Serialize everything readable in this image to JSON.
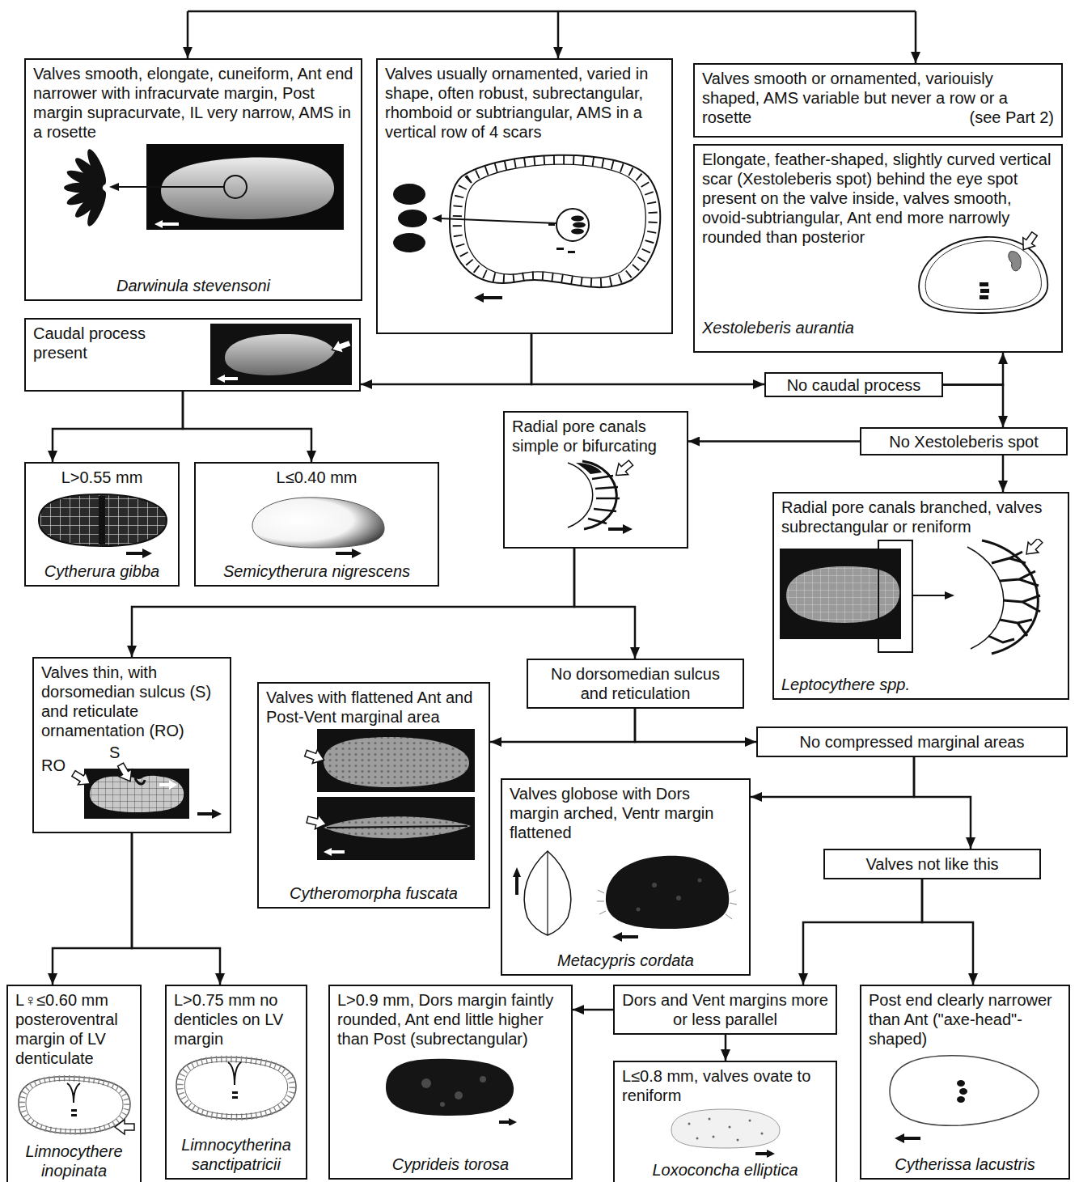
{
  "diagram": {
    "nodes": [
      {
        "text": [
          "Valves smooth, elongate, cuneiform, Ant end narrower with infracurvate margin, Post margin supracurvate, IL very narrow, AMS in a rosette",
          "Darwinula stevensoni"
        ]
      },
      {
        "text": [
          "Valves usually ornamented, varied in shape, often robust, subrectangular, rhomboid or subtriangular, AMS in a vertical row of 4 scars"
        ]
      },
      {
        "text": [
          "Valves smooth or ornamented, variouisly shaped, AMS variable but never a row or a rosette",
          "(see Part 2)"
        ]
      },
      {
        "text": [
          "Elongate, feather-shaped, slightly curved vertical scar (Xestoleberis spot) behind the eye spot present on the valve inside, valves smooth, ovoid-subtriangular, Ant end more narrowly rounded than posterior",
          "Xestoleberis aurantia"
        ]
      },
      {
        "text": [
          "Caudal process present"
        ]
      },
      {
        "text": [
          "No caudal process"
        ]
      },
      {
        "text": [
          "L>0.55 mm",
          "Cytherura gibba"
        ]
      },
      {
        "text": [
          "L≤0.40 mm",
          "Semicytherura nigrescens"
        ]
      },
      {
        "text": [
          "Radial pore canals simple or bifurcating"
        ]
      },
      {
        "text": [
          "No Xestoleberis spot"
        ]
      },
      {
        "text": [
          "Radial pore canals branched, valves subrectangular or reniform",
          "Leptocythere spp."
        ]
      },
      {
        "text": [
          "Valves thin, with dorsomedian sulcus (S) and reticulate ornamentation (RO)"
        ]
      },
      {
        "text": [
          "No dorsomedian sulcus and reticulation"
        ]
      },
      {
        "text": [
          "Valves with flattened Ant and Post-Vent marginal area",
          "Cytheromorpha fuscata"
        ]
      },
      {
        "text": [
          "No compressed marginal areas"
        ]
      },
      {
        "text": [
          "Valves globose with Dors margin arched, Ventr margin flattened",
          "Metacypris cordata"
        ]
      },
      {
        "text": [
          "Valves not like this"
        ]
      },
      {
        "text": [
          "L♀≤0.60 mm posteroventral margin of LV denticulate",
          "Limnocythere inopinata"
        ]
      },
      {
        "text": [
          "L>0.75 mm no denticles on LV margin",
          "Limnocytherina sanctipatricii"
        ]
      },
      {
        "text": [
          "L>0.9 mm, Dors margin faintly rounded, Ant end little higher than Post (subrectangular)",
          "Cyprideis torosa"
        ]
      },
      {
        "text": [
          "Dors and Vent margins more or less parallel"
        ]
      },
      {
        "text": [
          "L≤0.8 mm, valves ovate to reniform",
          "Loxoconcha elliptica"
        ]
      },
      {
        "text": [
          "Post end clearly narrower than Ant (\"axe-head\"-shaped)",
          "Cytherissa lacustris"
        ]
      }
    ],
    "edges": [
      {
        "from": 1,
        "to": 4,
        "arrow": "to"
      },
      {
        "from": 1,
        "to": 5,
        "arrow": "to"
      },
      {
        "from": 5,
        "to": 3,
        "arrow": "to"
      },
      {
        "from": 5,
        "to": 9,
        "arrow": "to"
      },
      {
        "from": 4,
        "to": 6,
        "arrow": "to"
      },
      {
        "from": 4,
        "to": 7,
        "arrow": "to"
      },
      {
        "from": 9,
        "to": 8,
        "arrow": "to"
      },
      {
        "from": 9,
        "to": 10,
        "arrow": "to"
      },
      {
        "from": 8,
        "to": 11,
        "arrow": "to"
      },
      {
        "from": 8,
        "to": 12,
        "arrow": "to"
      },
      {
        "from": 12,
        "to": 13,
        "arrow": "to"
      },
      {
        "from": 12,
        "to": 14,
        "arrow": "to"
      },
      {
        "from": 14,
        "to": 15,
        "arrow": "to"
      },
      {
        "from": 14,
        "to": 16,
        "arrow": "to"
      },
      {
        "from": 16,
        "to": 20,
        "arrow": "to"
      },
      {
        "from": 16,
        "to": 22,
        "arrow": "to"
      },
      {
        "from": 20,
        "to": 19,
        "arrow": "to"
      },
      {
        "from": 20,
        "to": 21,
        "arrow": "to"
      },
      {
        "from": 11,
        "to": 17,
        "arrow": "to"
      },
      {
        "from": 11,
        "to": 18,
        "arrow": "to"
      }
    ],
    "labels": [
      "S",
      "RO"
    ]
  }
}
